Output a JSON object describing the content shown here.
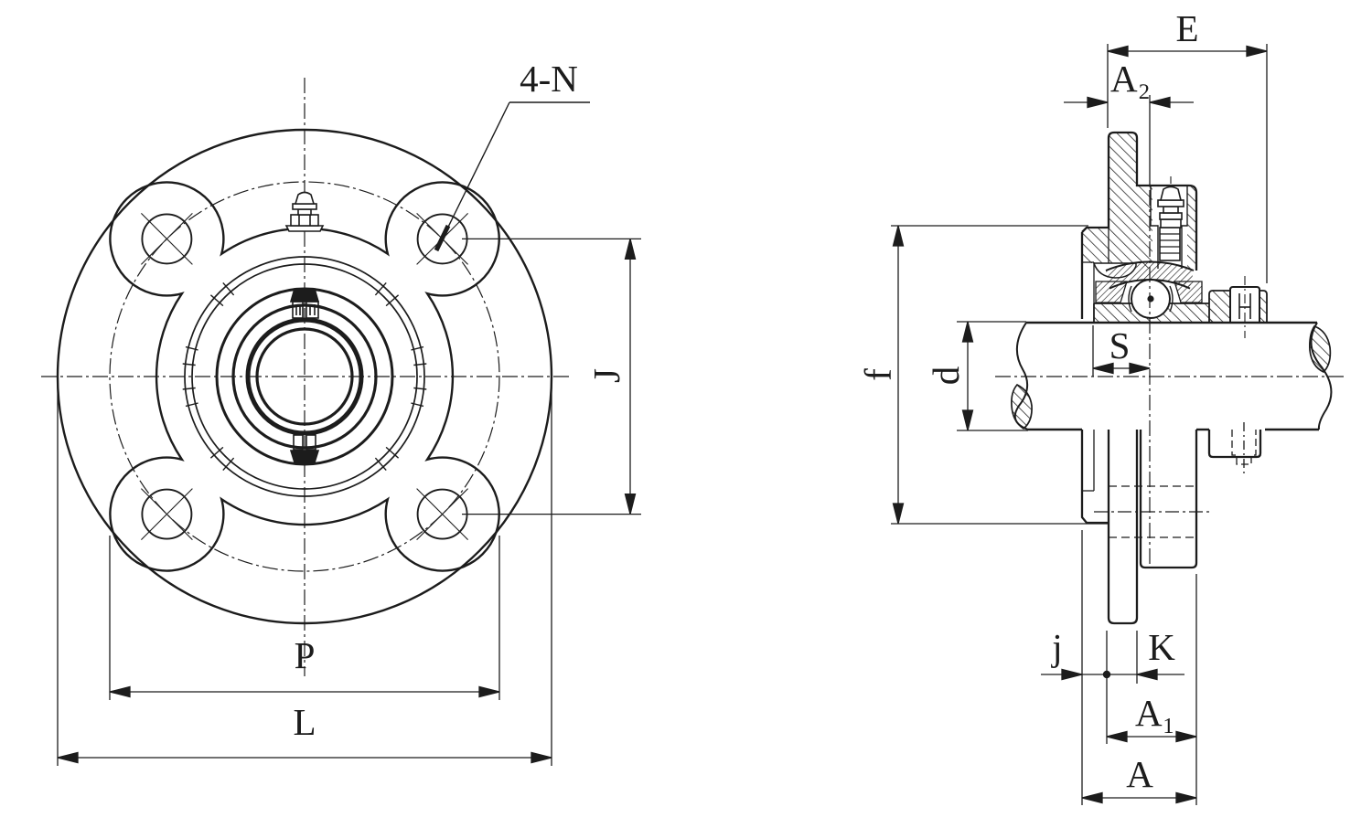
{
  "drawing": {
    "colors": {
      "ink": "#1c1c1c",
      "paper": "#ffffff"
    },
    "front_view": {
      "callout_bolt_holes": "4-N",
      "dim_vertical_bolt_spacing": "J",
      "dim_bolt_circle_diameter": "P",
      "dim_flange_outer_diameter": "L"
    },
    "side_view": {
      "dim_inner_ring_width": "E",
      "dim_center_to_mount_face": "A₂",
      "dim_ring_protrusion": "S",
      "dim_shaft_diameter": "d",
      "dim_spigot_diameter": "f",
      "dim_back_protrusion": "j",
      "dim_flange_thickness": "K",
      "dim_pilot_width": "A₁",
      "dim_total_width": "A"
    }
  }
}
